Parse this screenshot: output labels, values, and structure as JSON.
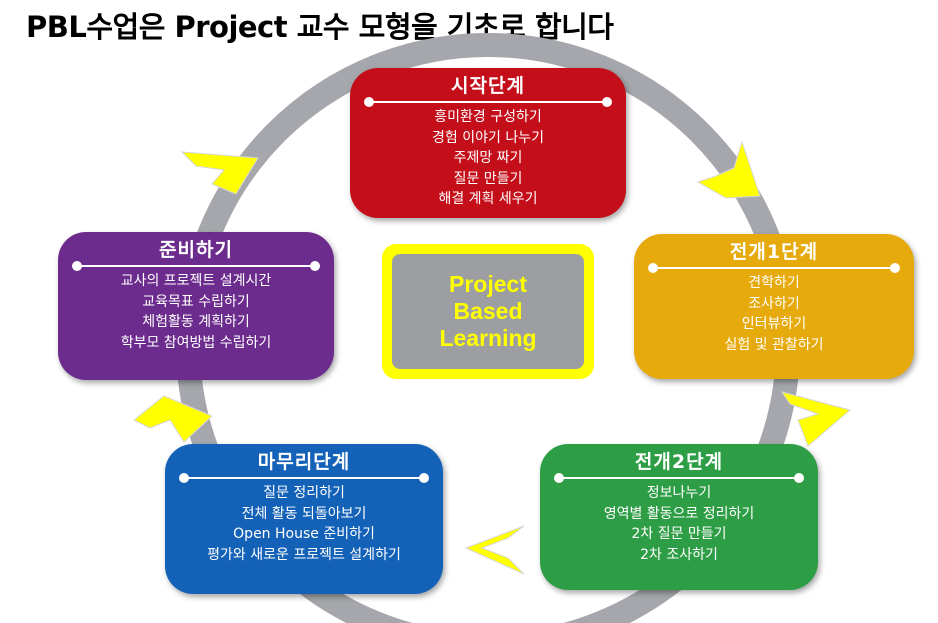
{
  "title": "PBL수업은 Project 교수 모형을 기초로 합니다",
  "center": {
    "lines": [
      "Project",
      "Based",
      "Learning"
    ]
  },
  "stages": {
    "start": {
      "title": "시작단계",
      "items": [
        "흥미환경 구성하기",
        "경험 이야기 나누기",
        "주제망 짜기",
        "질문 만들기",
        "해결 계획 세우기"
      ]
    },
    "dev1": {
      "title": "전개1단계",
      "items": [
        "견학하기",
        "조사하기",
        "인터뷰하기",
        "실험 및 관찰하기"
      ]
    },
    "dev2": {
      "title": "전개2단계",
      "items": [
        "정보나누기",
        "영역별 활동으로 정리하기",
        "2차 질문 만들기",
        "2차 조사하기"
      ]
    },
    "wrap": {
      "title": "마무리단계",
      "items": [
        "질문 정리하기",
        "전체 활동 되돌아보기",
        "Open House 준비하기",
        "평가와 새로운 프로젝트 설계하기"
      ]
    },
    "prep": {
      "title": "준비하기",
      "items": [
        "교사의 프로젝트 설계시간",
        "교육목표 수립하기",
        "체험활동 계획하기",
        "학부모 참여방법 수립하기"
      ]
    }
  },
  "colors": {
    "start": "#c40f1b",
    "dev1": "#e6aa0c",
    "dev2": "#2e9e46",
    "wrap": "#1462b8",
    "prep": "#6c2c8e",
    "ring": "#a5a7ac",
    "chevron": "#ffff00"
  }
}
